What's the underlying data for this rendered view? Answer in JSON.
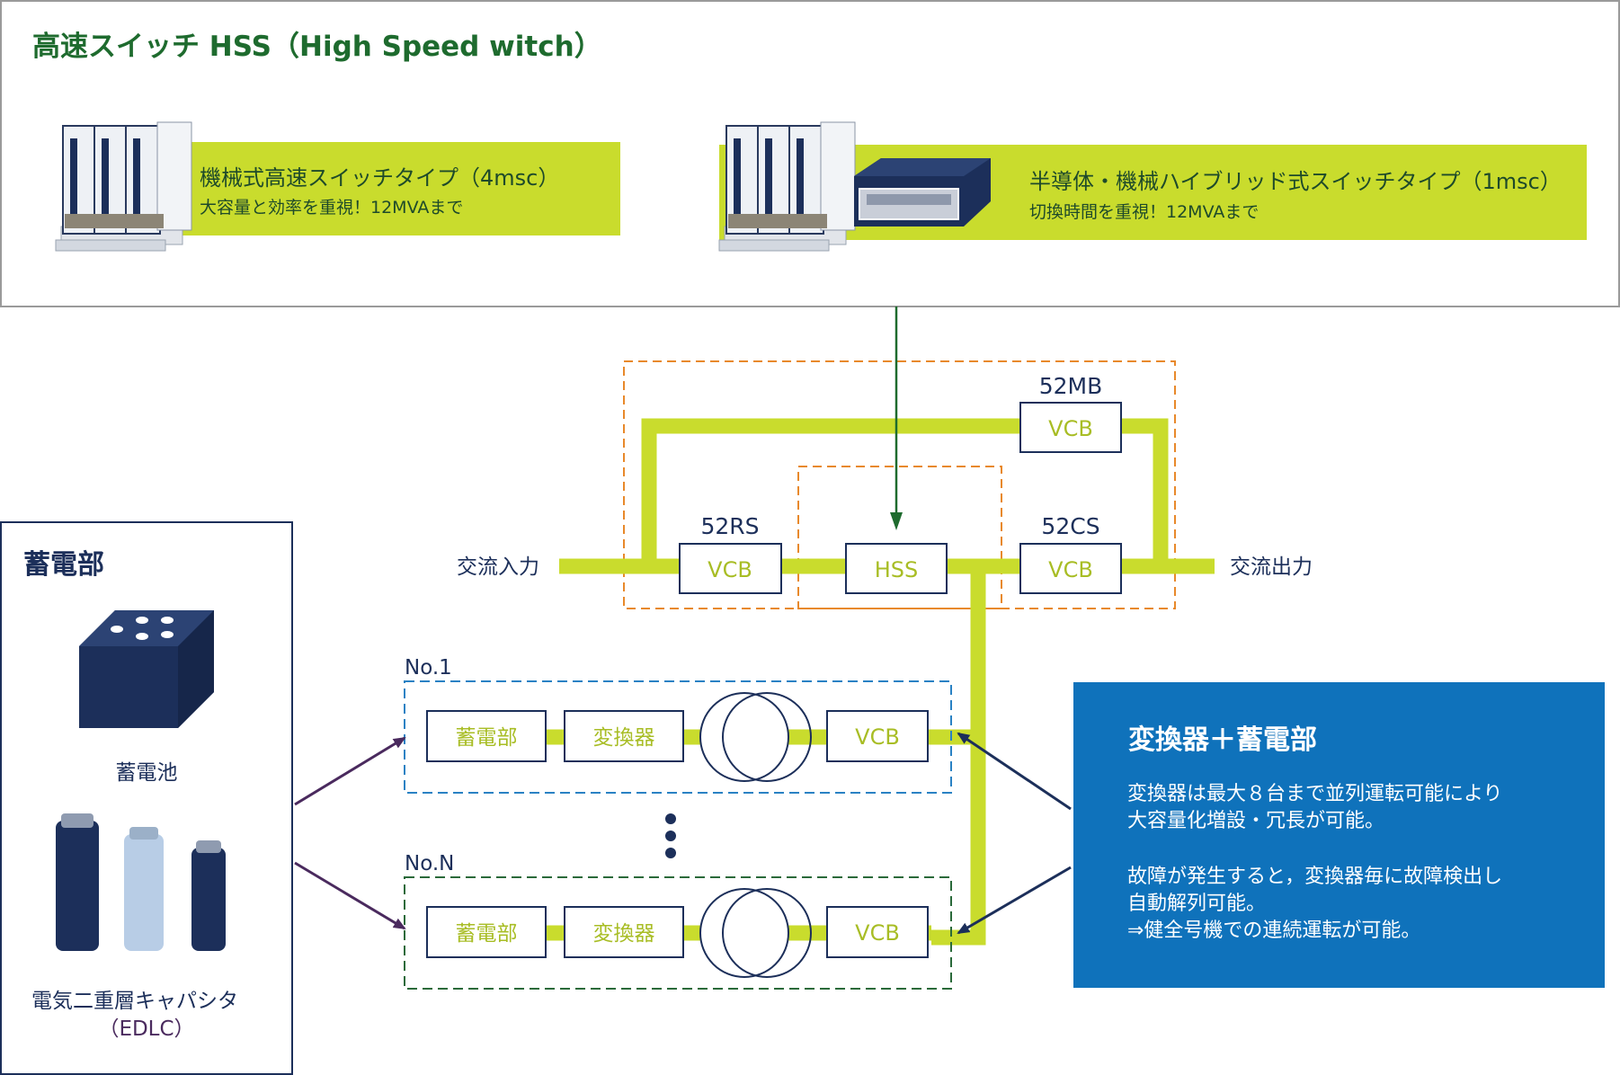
{
  "header": {
    "title": "高速スイッチ HSS（High Speed witch）",
    "type1": {
      "name": "機械式高速スイッチタイプ（4msc）",
      "desc": "大容量と効率を重視！12MVAまで"
    },
    "type2": {
      "name": "半導体・機械ハイブリッド式スイッチタイプ（1msc）",
      "desc": "切換時間を重視！12MVAまで"
    }
  },
  "circuit": {
    "ac_input": "交流入力",
    "ac_output": "交流出力",
    "breakers": {
      "rs": {
        "tag": "52RS",
        "label": "VCB"
      },
      "hss": {
        "label": "HSS"
      },
      "cs": {
        "tag": "52CS",
        "label": "VCB"
      },
      "mb": {
        "tag": "52MB",
        "label": "VCB"
      }
    }
  },
  "units": [
    {
      "name": "No.1",
      "storage": "蓄電部",
      "converter": "変換器",
      "breaker": "VCB",
      "color": "#2a82c4"
    },
    {
      "name": "No.N",
      "storage": "蓄電部",
      "converter": "変換器",
      "breaker": "VCB",
      "color": "#2a6a3a"
    }
  ],
  "storage_panel": {
    "title": "蓄電部",
    "battery_label": "蓄電池",
    "capacitor_label": "電気二重層キャパシタ",
    "capacitor_sub": "（EDLC）"
  },
  "info_panel": {
    "title": "変換器＋蓄電部",
    "para1_line1": "変換器は最大８台まで並列運転可能により",
    "para1_line2": "大容量化増設・冗長が可能。",
    "para2_line1": "故障が発生すると，変換器毎に故障検出し",
    "para2_line2": "自動解列可能。",
    "para2_line3": "⇒健全号機での連続運転が可能。"
  },
  "colors": {
    "lime": "#c9dc2d",
    "green_title": "#1e6b2e",
    "navy": "#1c2f5a",
    "orange": "#e8892b",
    "blue_panel": "#0f72bb",
    "purple": "#4a2a5e"
  }
}
